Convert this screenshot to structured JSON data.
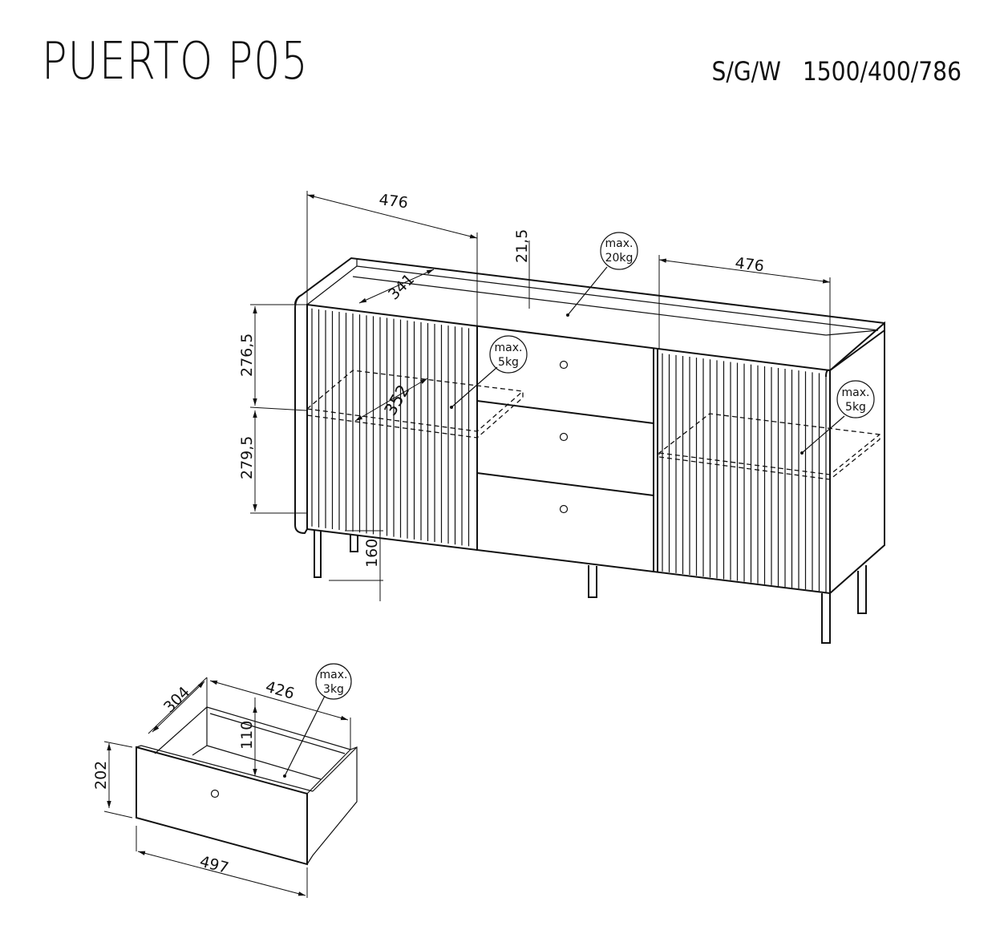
{
  "header": {
    "title": "PUERTO P05",
    "dimensions": "S/G/W   1500/400/786"
  },
  "cabinet": {
    "dim_left_door_width": "476",
    "dim_right_door_width": "476",
    "dim_top_thickness": "21,5",
    "dim_inner_depth": "341",
    "dim_shelf_depth": "352",
    "dim_upper_height": "276,5",
    "dim_lower_height": "279,5",
    "dim_leg_height": "160",
    "load_top": {
      "line1": "max.",
      "line2": "20kg"
    },
    "load_left_shelf": {
      "line1": "max.",
      "line2": "5kg"
    },
    "load_right_shelf": {
      "line1": "max.",
      "line2": "5kg"
    }
  },
  "drawer": {
    "dim_depth": "304",
    "dim_inner_width": "426",
    "dim_inner_height": "110",
    "dim_height": "202",
    "dim_front_width": "497",
    "load": {
      "line1": "max.",
      "line2": "3kg"
    }
  }
}
